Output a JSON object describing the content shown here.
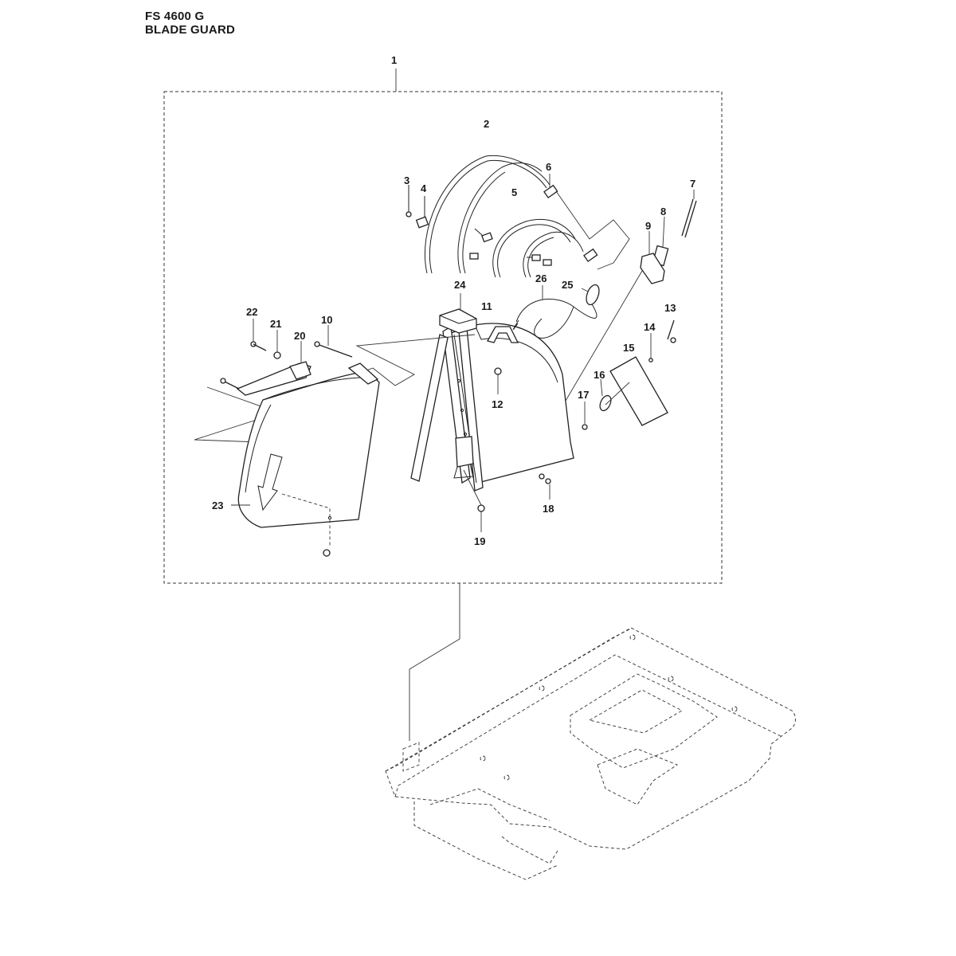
{
  "header": {
    "model": "FS 4600 G",
    "section": "BLADE GUARD"
  },
  "callouts": [
    "1",
    "2",
    "3",
    "4",
    "5",
    "6",
    "7",
    "8",
    "9",
    "10",
    "11",
    "12",
    "13",
    "14",
    "15",
    "16",
    "17",
    "18",
    "19",
    "20",
    "21",
    "22",
    "23",
    "24",
    "25",
    "26"
  ],
  "colors": {
    "line": "#222222",
    "background": "#ffffff"
  }
}
